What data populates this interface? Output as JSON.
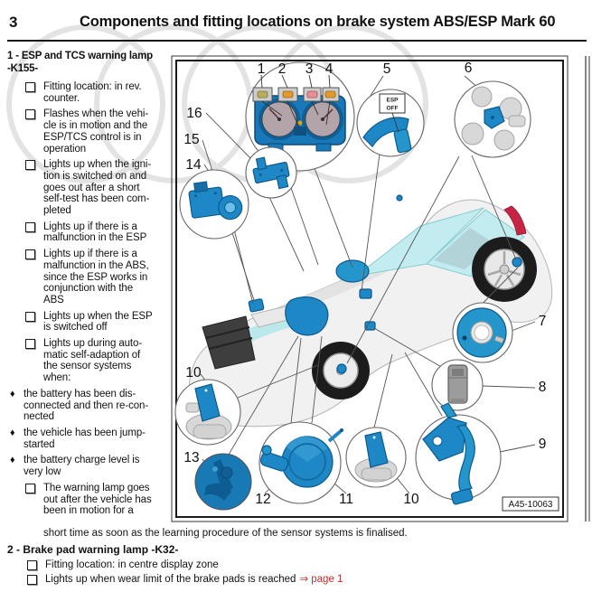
{
  "header": {
    "page_number": "3",
    "title": "Components and fitting locations on brake system ABS/ESP Mark 60"
  },
  "section1": {
    "heading": "1 - ESP and TCS warning lamp\n-K155-",
    "checkbox_bullet": "",
    "diamond_bullet": "♦",
    "items": [
      "Fitting location: in rev.\ncounter.",
      "Flashes when the vehi-\ncle is in motion and the\nESP/TCS control is in\noperation",
      "Lights up when the igni-\ntion is switched on and\ngoes out after a short\nself-test has been com-\npleted",
      "Lights up if there is a\nmalfunction in the ESP",
      "Lights up if there is a\nmalfunction in the ABS,\nsince the ESP works in\nconjunction with the\nABS",
      "Lights up when the ESP\nis switched off",
      "Lights up during auto-\nmatic self-adaption of\nthe sensor systems\nwhen:"
    ],
    "diamond_items": [
      "the battery has been dis-\nconnected and then re-con-\nnected",
      "the vehicle has been jump-\nstarted",
      "the battery charge level is\nvery low"
    ],
    "final_item": "The warning lamp goes\nout after the vehicle has\nbeen in motion for a",
    "overflow_line": "short time as soon as the learning procedure of the sensor systems is finalised."
  },
  "section2": {
    "heading": "2 - Brake pad warning lamp -K32-",
    "item1": "Fitting location: in centre display zone",
    "item2": "Lights up when wear limit of the brake pads is reached",
    "item2_link": "⇒ page 1"
  },
  "diagram": {
    "figure_code": "A45-10063",
    "esp_button": {
      "line1": "ESP",
      "line2": "OFF"
    },
    "callouts": {
      "c1": "1",
      "c2": "2",
      "c3": "3",
      "c4": "4",
      "c5": "5",
      "c6": "6",
      "c7": "7",
      "c8": "8",
      "c9": "9",
      "c10a": "10",
      "c10b": "10",
      "c11": "11",
      "c12": "12",
      "c13": "13",
      "c14": "14",
      "c15": "15",
      "c16": "16"
    },
    "colors": {
      "part_blue": "#1e88c7",
      "part_blue_dark": "#0c5a8e",
      "window_cyan": "#c2ecef",
      "taillight_red": "#c62443",
      "link_red": "#cc2a2a"
    }
  }
}
